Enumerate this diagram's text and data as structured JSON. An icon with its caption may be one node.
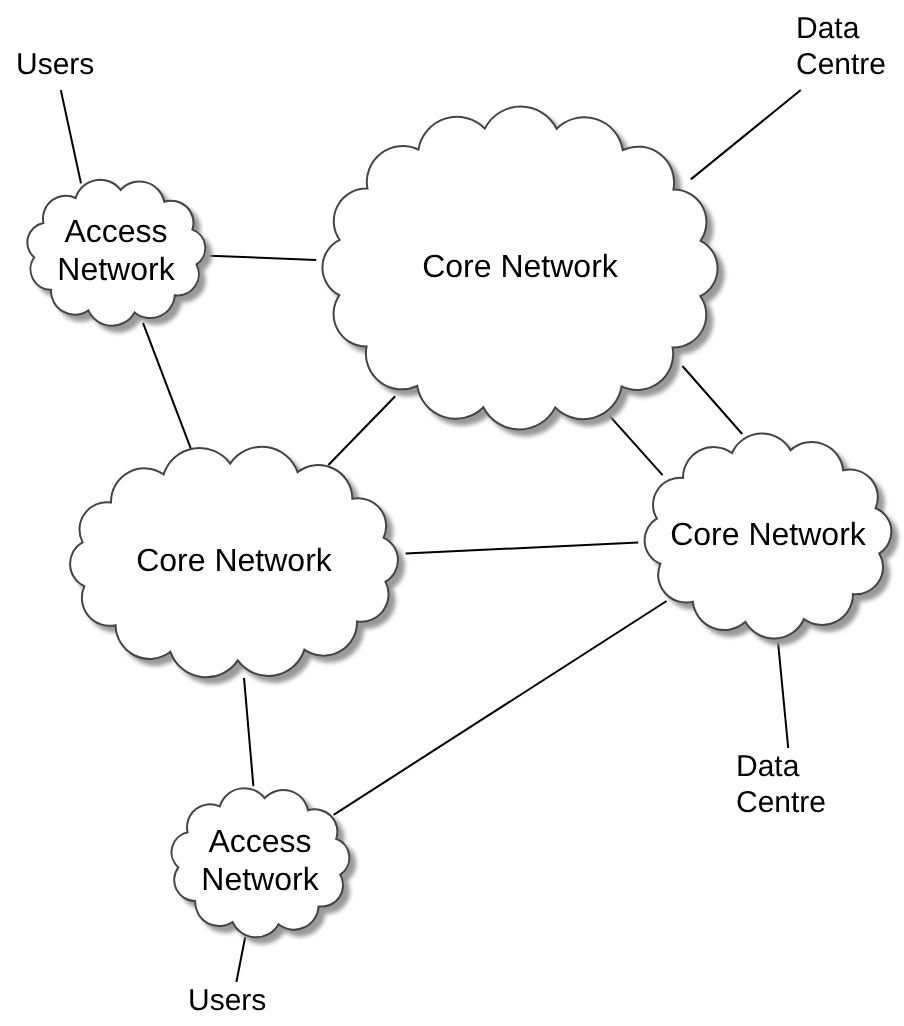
{
  "diagram": {
    "nodes": [
      {
        "text": [
          "Users"
        ]
      },
      {
        "text": [
          "Data Centre"
        ]
      },
      {
        "text": [
          "Access Network"
        ]
      },
      {
        "text": [
          "Core Network"
        ]
      },
      {
        "text": [
          "Core Network"
        ]
      },
      {
        "text": [
          "Core Network"
        ]
      },
      {
        "text": [
          "Data Centre"
        ]
      },
      {
        "text": [
          "Access Network"
        ]
      },
      {
        "text": [
          "Users"
        ]
      }
    ],
    "edges": [
      {
        "from": 0,
        "to": 2,
        "arrow": "none"
      },
      {
        "from": 1,
        "to": 3,
        "arrow": "none"
      },
      {
        "from": 2,
        "to": 3,
        "arrow": "none"
      },
      {
        "from": 2,
        "to": 4,
        "arrow": "none"
      },
      {
        "from": 3,
        "to": 4,
        "arrow": "none"
      },
      {
        "from": 3,
        "to": 5,
        "arrow": "none"
      },
      {
        "from": 3,
        "to": 5,
        "arrow": "none"
      },
      {
        "from": 4,
        "to": 5,
        "arrow": "none"
      },
      {
        "from": 5,
        "to": 6,
        "arrow": "none"
      },
      {
        "from": 4,
        "to": 7,
        "arrow": "none"
      },
      {
        "from": 5,
        "to": 7,
        "arrow": "none"
      },
      {
        "from": 7,
        "to": 8,
        "arrow": "none"
      }
    ]
  }
}
